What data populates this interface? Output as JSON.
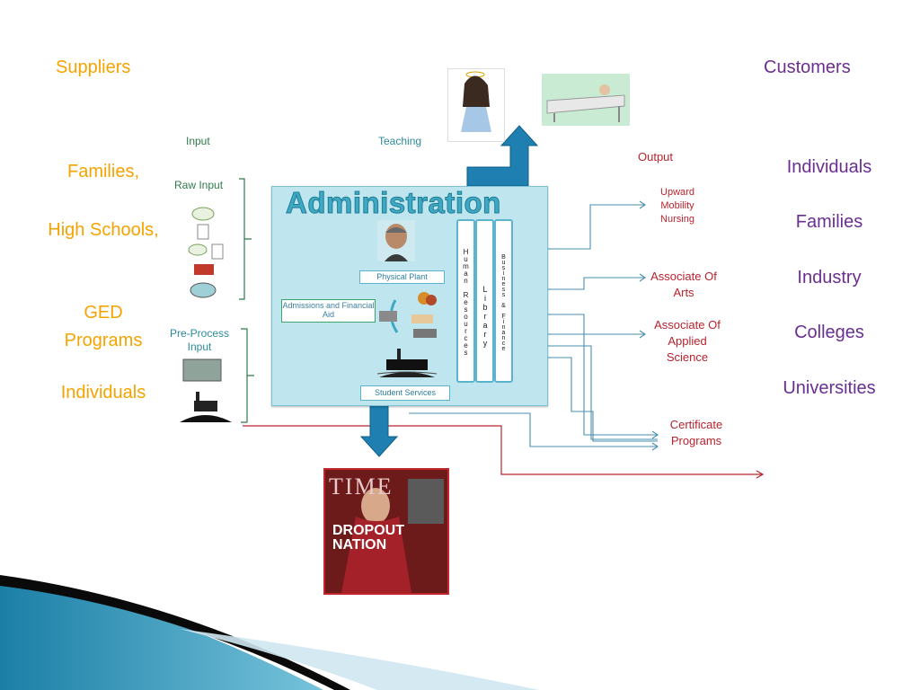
{
  "left": {
    "heading": "Suppliers",
    "items": [
      "Families,",
      "High Schools,",
      "GED Programs",
      "Individuals"
    ]
  },
  "right": {
    "heading": "Customers",
    "items": [
      "Individuals",
      "Families",
      "Industry",
      "Colleges",
      "Universities"
    ]
  },
  "process": {
    "input": "Input",
    "teaching": "Teaching",
    "raw_input": "Raw Input",
    "pre_process_input": "Pre-Process Input",
    "output": "Output"
  },
  "administration": {
    "title": "Administration",
    "physical_plant": "Physical Plant",
    "admissions": "Admissions and Financial Aid",
    "student_services": "Student Services",
    "human_resources": "Human Resources",
    "library": "Library",
    "business_finance": "Business & Finance"
  },
  "outputs": {
    "upward_mobility": "Upward Mobility Nursing",
    "associate_arts": "Associate Of Arts",
    "associate_applied": "Associate Of Applied Science",
    "certificate": "Certificate Programs"
  },
  "magazine": {
    "brand": "TIME",
    "headline": "DROPOUT NATION"
  },
  "colors": {
    "suppliers": "#f5a300",
    "customers": "#6a2f91",
    "output_red": "#b8232e",
    "arrow_teal": "#2a7fa8",
    "panel": "#bfe6ef"
  }
}
